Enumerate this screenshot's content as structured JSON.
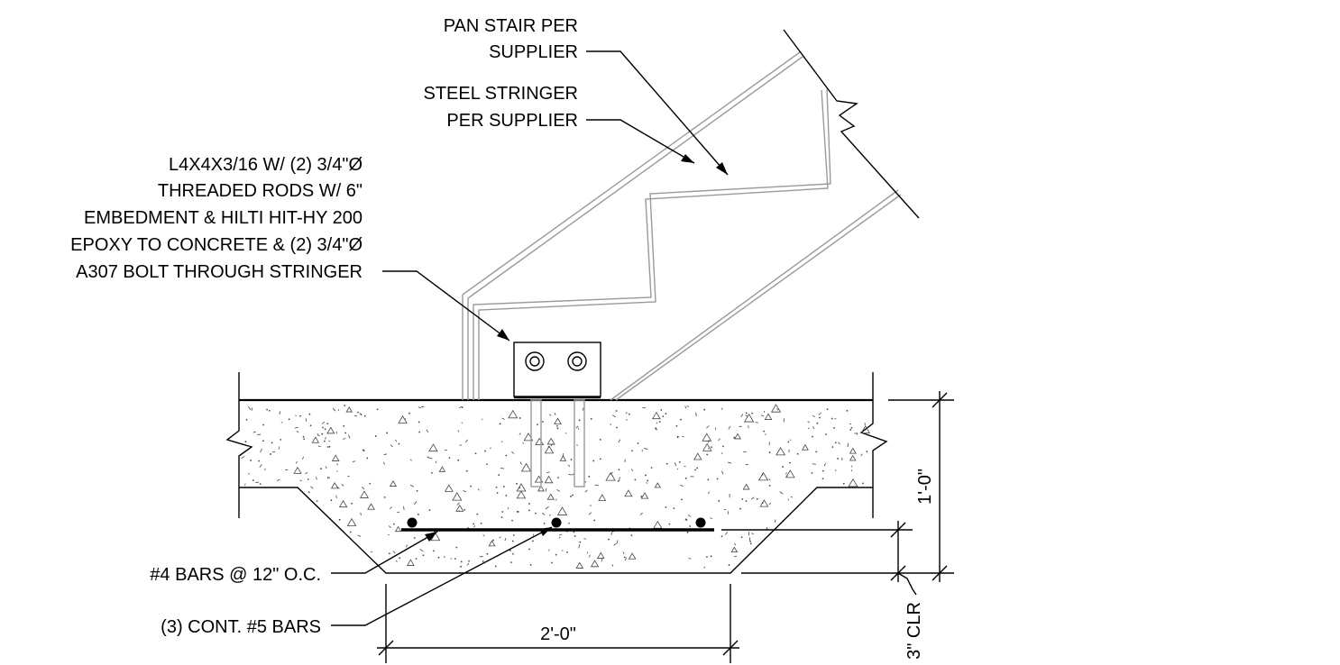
{
  "notes": {
    "pan_stair": [
      "PAN STAIR PER",
      "SUPPLIER"
    ],
    "steel_stringer": [
      "STEEL STRINGER",
      "PER SUPPLIER"
    ],
    "angle_connection": [
      "L4X4X3/16 W/ (2) 3/4\"Ø",
      "THREADED RODS W/ 6\"",
      "EMBEDMENT & HILTI HIT-HY 200",
      "EPOXY TO CONCRETE & (2) 3/4\"Ø",
      "A307 BOLT THROUGH STRINGER"
    ],
    "bars_oc": "#4 BARS @ 12\" O.C.",
    "cont_bars": "(3) CONT. #5 BARS"
  },
  "dimensions": {
    "footing_width": "2'-0\"",
    "slab_depth": "1'-0\"",
    "clear_cover": "3\" CLR"
  },
  "colors": {
    "linework": "#000000",
    "stair_linework": "#9a9a9a",
    "background": "#ffffff"
  }
}
